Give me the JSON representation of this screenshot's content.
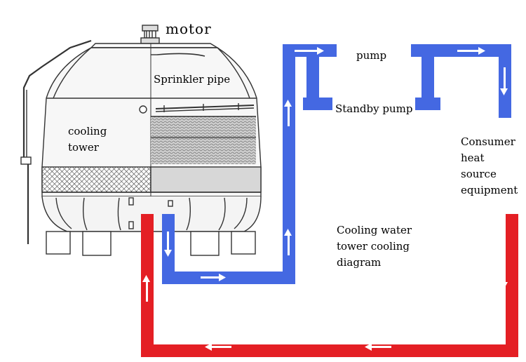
{
  "labels": {
    "motor": "motor",
    "sprinkler_pipe": "Sprinkler pipe",
    "pump": "pump",
    "standby_pump": "Standby pump",
    "cooling_tower": [
      "cooling",
      "tower"
    ],
    "consumer": [
      "Consumer",
      "heat",
      "source",
      "equipment"
    ],
    "diagram_caption": [
      "Cooling water",
      "tower cooling",
      "diagram"
    ]
  },
  "colors": {
    "supply_pipe": "#4468e2",
    "return_pipe": "#e41f24",
    "flow_arrow": "#ffffff",
    "tower_line": "#333333",
    "tower_fill": "#f2f2f2",
    "fill_media": "#9a9a9a"
  },
  "icons": {
    "flow_arrow": "white-arrow-icon",
    "motor": "motor-icon"
  }
}
